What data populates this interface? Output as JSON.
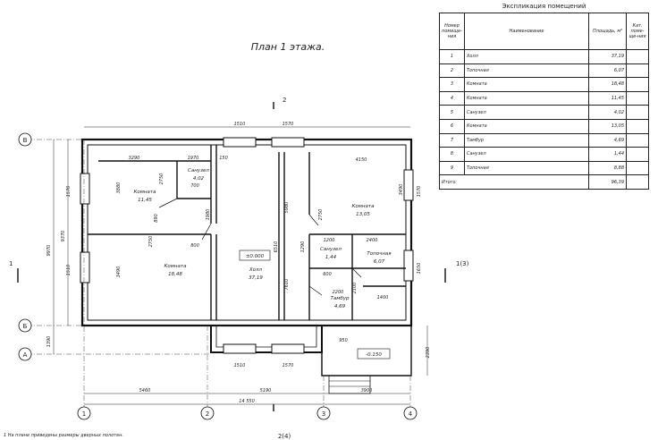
{
  "title": "План 1 этажа.",
  "footnote": "1 На плане приведены размеры дверных полотен.",
  "axes": {
    "cols": [
      "1",
      "2",
      "3",
      "4"
    ],
    "rows": [
      "В",
      "Б",
      "А"
    ]
  },
  "section_marks": {
    "top": "2",
    "bottom": "2(4)",
    "left": "1",
    "right": "1(3)"
  },
  "levels": {
    "floor": "±0.000",
    "porch": "-0.150"
  },
  "rooms": [
    {
      "name": "Комната",
      "area": "11,45"
    },
    {
      "name": "Санузел",
      "area": "4,02"
    },
    {
      "name": "Комната",
      "area": "18,48"
    },
    {
      "name": "Холл",
      "area": "37,19"
    },
    {
      "name": "Комната",
      "area": "13,05"
    },
    {
      "name": "Санузел",
      "area": "1,44"
    },
    {
      "name": "Топочная",
      "area": "6,07"
    },
    {
      "name": "Тамбур",
      "area": "4,69"
    }
  ],
  "dims": {
    "overall": "14 550",
    "bay1": "5460",
    "bay2": "5190",
    "bay3": "3900",
    "win_top_a": "1510",
    "win_top_b": "1570",
    "win_bot": "1510",
    "win_bot_b": "1570",
    "h_total_a": "9970",
    "h_total_b": "9370",
    "h_rear": "1390",
    "h_porch": "2390",
    "left_1570": "1570",
    "left_1510": "1510",
    "right_1570": "1570",
    "right_1650": "1650",
    "d3290": "3290",
    "d1970": "1970",
    "d150": "150",
    "d3880": "3880",
    "d2750": "2750",
    "d700": "700",
    "d890": "890",
    "d1980": "1980",
    "d2750b": "2750",
    "d800": "800",
    "d3490": "3490",
    "d5980": "5980",
    "d6510": "6510",
    "d7610": "7610",
    "d4150": "4150",
    "d3490r": "3490",
    "d1290": "1290",
    "d1200": "1200",
    "d2400": "2400",
    "d600": "600",
    "d2750r": "2750",
    "d2200": "2200",
    "d2100": "2100",
    "d1400": "1400",
    "d950": "950"
  },
  "table": {
    "caption": "Экспликация помещений",
    "headers": [
      "Номер помеще-ния",
      "Наименование",
      "Площадь, м²",
      "Кат. поме-ще-ния"
    ],
    "rows": [
      [
        "1",
        "Холл",
        "37,19"
      ],
      [
        "2",
        "Топочная",
        "6,07"
      ],
      [
        "3",
        "Комната",
        "18,48"
      ],
      [
        "4",
        "Комната",
        "11,45"
      ],
      [
        "5",
        "Санузел",
        "4,02"
      ],
      [
        "6",
        "Комната",
        "13,05"
      ],
      [
        "7",
        "Тамбур",
        "4,69"
      ],
      [
        "8",
        "Санузел",
        "1,44"
      ],
      [
        "9",
        "Топочная",
        "8,88"
      ]
    ],
    "total_label": "Итого:",
    "total_value": "96,39"
  }
}
